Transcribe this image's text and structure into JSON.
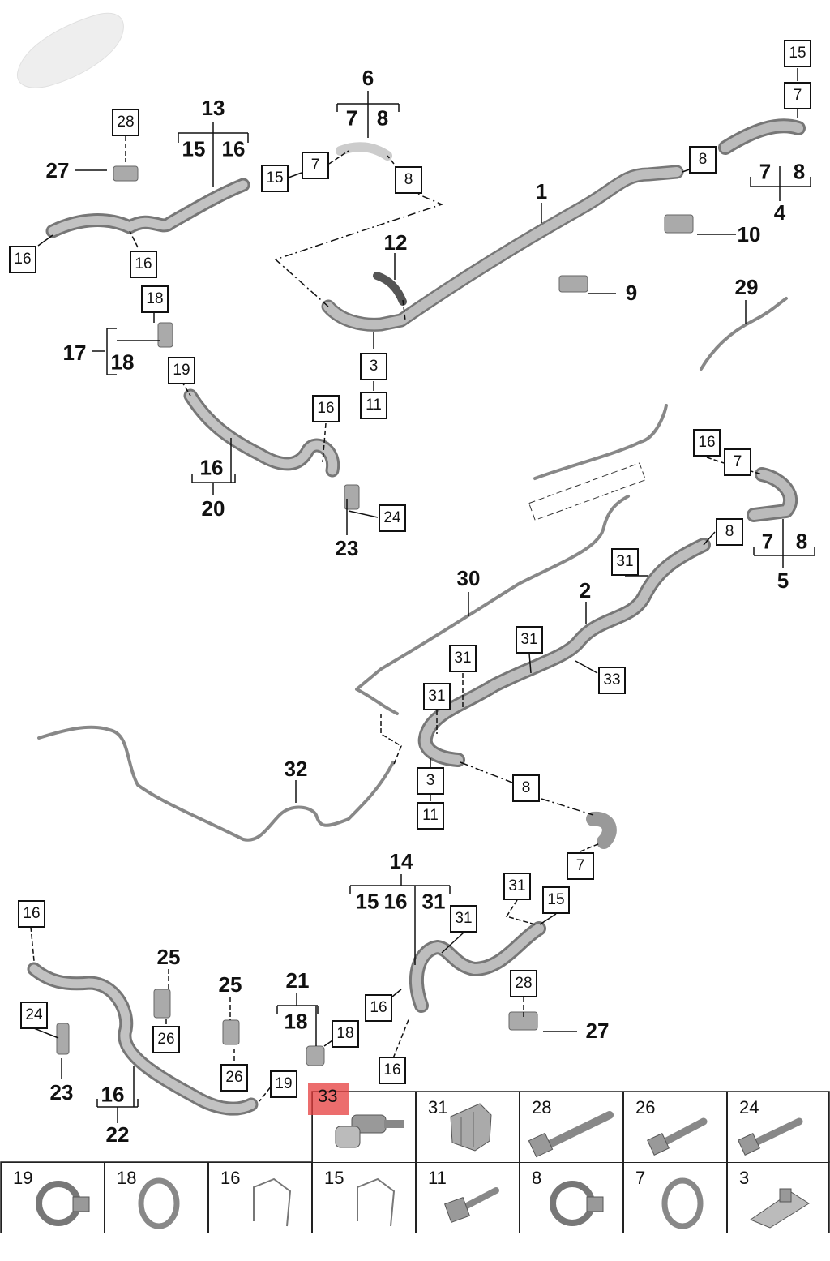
{
  "callouts": [
    {
      "id": "c1",
      "text": "1"
    },
    {
      "id": "c2",
      "text": "2"
    },
    {
      "id": "c4",
      "text": "4"
    },
    {
      "id": "c5",
      "text": "5"
    },
    {
      "id": "c6",
      "text": "6"
    },
    {
      "id": "c9",
      "text": "9"
    },
    {
      "id": "c10",
      "text": "10"
    },
    {
      "id": "c12",
      "text": "12"
    },
    {
      "id": "c13",
      "text": "13"
    },
    {
      "id": "c14",
      "text": "14"
    },
    {
      "id": "c17",
      "text": "17"
    },
    {
      "id": "c20",
      "text": "20"
    },
    {
      "id": "c21",
      "text": "21"
    },
    {
      "id": "c22",
      "text": "22"
    },
    {
      "id": "c23a",
      "text": "23"
    },
    {
      "id": "c23b",
      "text": "23"
    },
    {
      "id": "c25a",
      "text": "25"
    },
    {
      "id": "c25b",
      "text": "25"
    },
    {
      "id": "c27a",
      "text": "27"
    },
    {
      "id": "c27b",
      "text": "27"
    },
    {
      "id": "c29",
      "text": "29"
    },
    {
      "id": "c30",
      "text": "30"
    },
    {
      "id": "c32",
      "text": "32"
    }
  ],
  "group_labels": [
    {
      "id": "g6a",
      "text": "7"
    },
    {
      "id": "g6b",
      "text": "8"
    },
    {
      "id": "g13a",
      "text": "15"
    },
    {
      "id": "g13b",
      "text": "16"
    },
    {
      "id": "g4a",
      "text": "7"
    },
    {
      "id": "g4b",
      "text": "8"
    },
    {
      "id": "g5a",
      "text": "7"
    },
    {
      "id": "g5b",
      "text": "8"
    },
    {
      "id": "g17",
      "text": "18"
    },
    {
      "id": "g20",
      "text": "16"
    },
    {
      "id": "g14a",
      "text": "15"
    },
    {
      "id": "g14b",
      "text": "16"
    },
    {
      "id": "g14c",
      "text": "31"
    },
    {
      "id": "g21",
      "text": "18"
    },
    {
      "id": "g22",
      "text": "16"
    }
  ],
  "boxes": [
    {
      "id": "b1",
      "text": "15"
    },
    {
      "id": "b2",
      "text": "7"
    },
    {
      "id": "b3",
      "text": "8"
    },
    {
      "id": "b4",
      "text": "28"
    },
    {
      "id": "b5",
      "text": "7"
    },
    {
      "id": "b6",
      "text": "15"
    },
    {
      "id": "b7",
      "text": "8"
    },
    {
      "id": "b8",
      "text": "16"
    },
    {
      "id": "b9",
      "text": "16"
    },
    {
      "id": "b10",
      "text": "18"
    },
    {
      "id": "b11",
      "text": "19"
    },
    {
      "id": "b12",
      "text": "3"
    },
    {
      "id": "b13",
      "text": "11"
    },
    {
      "id": "b14",
      "text": "16"
    },
    {
      "id": "b15",
      "text": "24"
    },
    {
      "id": "b16",
      "text": "16"
    },
    {
      "id": "b17",
      "text": "7"
    },
    {
      "id": "b18",
      "text": "8"
    },
    {
      "id": "b19",
      "text": "31"
    },
    {
      "id": "b20",
      "text": "31"
    },
    {
      "id": "b21",
      "text": "31"
    },
    {
      "id": "b22",
      "text": "31"
    },
    {
      "id": "b23",
      "text": "33"
    },
    {
      "id": "b24",
      "text": "3"
    },
    {
      "id": "b25",
      "text": "11"
    },
    {
      "id": "b26",
      "text": "8"
    },
    {
      "id": "b27",
      "text": "7"
    },
    {
      "id": "b28",
      "text": "31"
    },
    {
      "id": "b29",
      "text": "15"
    },
    {
      "id": "b30",
      "text": "31"
    },
    {
      "id": "b31",
      "text": "16"
    },
    {
      "id": "b32",
      "text": "24"
    },
    {
      "id": "b33",
      "text": "26"
    },
    {
      "id": "b34",
      "text": "26"
    },
    {
      "id": "b35",
      "text": "18"
    },
    {
      "id": "b36",
      "text": "16"
    },
    {
      "id": "b37",
      "text": "16"
    },
    {
      "id": "b38",
      "text": "19"
    },
    {
      "id": "b39",
      "text": "28"
    }
  ],
  "legend": {
    "row1": [
      {
        "num": "33",
        "part": "temperature-sensor",
        "highlight": true
      },
      {
        "num": "31",
        "part": "hose-clip"
      },
      {
        "num": "28",
        "part": "long-bolt"
      },
      {
        "num": "26",
        "part": "medium-bolt"
      },
      {
        "num": "24",
        "part": "medium-bolt"
      }
    ],
    "row2": [
      {
        "num": "19",
        "part": "hose-clamp"
      },
      {
        "num": "18",
        "part": "o-ring"
      },
      {
        "num": "16",
        "part": "spring-clip"
      },
      {
        "num": "15",
        "part": "spring-clip"
      },
      {
        "num": "11",
        "part": "screw"
      },
      {
        "num": "8",
        "part": "hose-clamp"
      },
      {
        "num": "7",
        "part": "o-ring"
      },
      {
        "num": "3",
        "part": "clip-nut"
      }
    ],
    "highlight_color": "#e63c3c"
  }
}
